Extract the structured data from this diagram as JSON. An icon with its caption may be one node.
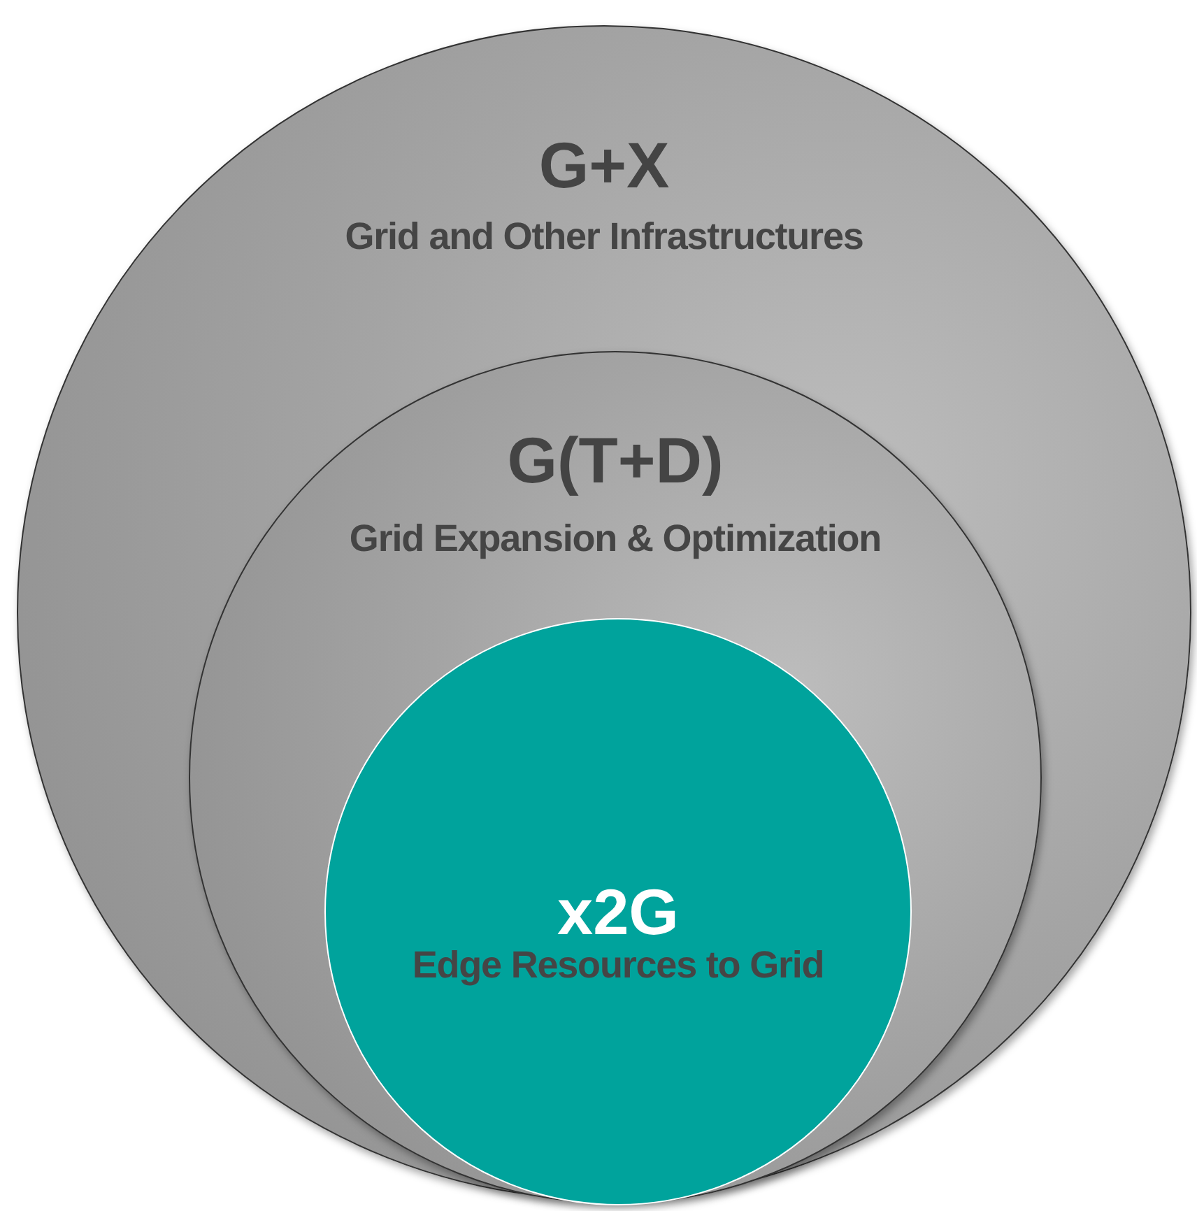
{
  "diagram": {
    "nodes": [
      {
        "text": [
          "G+X",
          "Grid and Other Infrastructures"
        ]
      },
      {
        "text": [
          "G(T+D)",
          "Grid Expansion & Optimization"
        ],
        "in": 0
      },
      {
        "text": [
          "x2G",
          "Edge Resources to Grid"
        ],
        "in": 1
      }
    ]
  }
}
